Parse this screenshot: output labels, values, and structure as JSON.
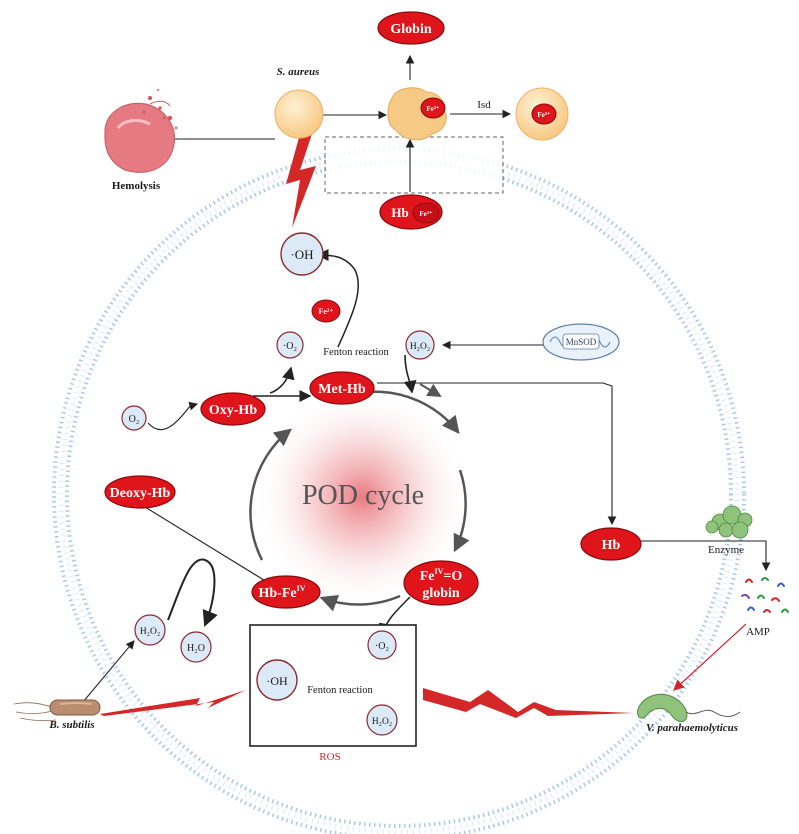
{
  "colors": {
    "node_red": "#e0141b",
    "node_red_edge": "#8a0a0e",
    "circle_fill": "#dce9f7",
    "circle_edge": "#8a2a30",
    "membrane": "#a9c8ea",
    "bolt": "#d42828",
    "pale_cell": "#fbd9a4",
    "ros_red": "#d0262b"
  },
  "icons": {
    "pathogen": "s-aureus-cell-icon",
    "bursting": "bursting-cell-icon",
    "mito": "mitochondrion-icon",
    "bacillus": "bacillus-rod-icon",
    "vibrio": "vibrio-bacterium-icon",
    "enzyme": "enzyme-cluster-icon",
    "peptides": "peptide-fragments-icon",
    "bolt": "lightning-bolt-icon"
  },
  "labels": {
    "globin": "Globin",
    "s_aureus": "S. aureus",
    "isd": "Isd",
    "fe3": "Fe³⁺",
    "fe2": "Fe²⁺",
    "hemolysis": "Hemolysis",
    "hb": "Hb",
    "oh": "·OH",
    "o2_radical": "·O₂",
    "fenton": "Fenton reaction",
    "h2o2": "H₂O₂",
    "mnsod": "MnSOD",
    "o2": "O₂",
    "oxy_hb": "Oxy-Hb",
    "met_hb": "Met-Hb",
    "deoxy_hb": "Deoxy-Hb",
    "pod_cycle": "POD cycle",
    "hb_fe_main": "Hb-Fe",
    "hb_fe_sup": "IV",
    "fe_o_main": "Fe",
    "fe_o_sup": "IV",
    "fe_o_rest": "=O",
    "globin_lower": "globin",
    "enzyme": "Enzyme",
    "amp": "AMP",
    "h2o": "H₂O",
    "b_subtilis": "B. subtilis",
    "v_para": "V. parahaemolyticus",
    "ros": "ROS"
  }
}
